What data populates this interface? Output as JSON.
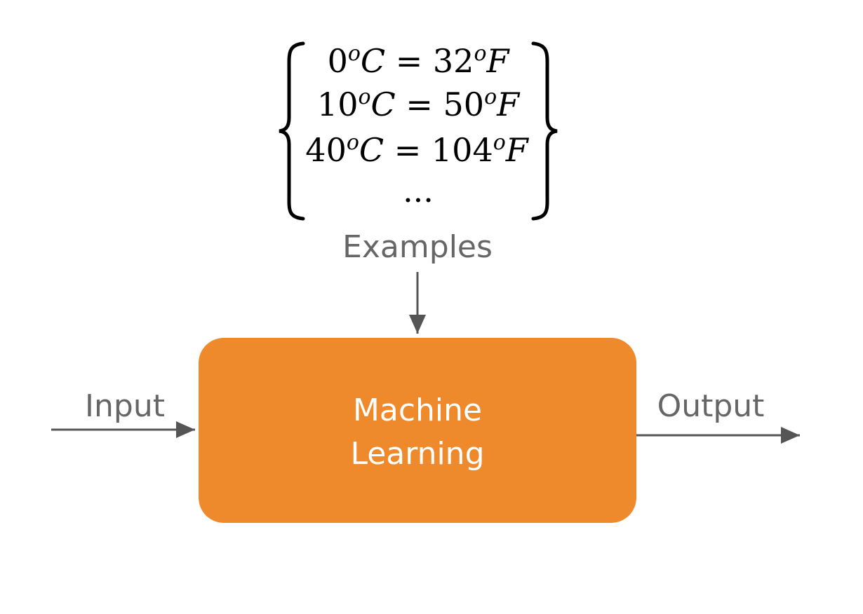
{
  "diagram": {
    "examples": {
      "lines": [
        {
          "c_num": "0",
          "deg": "o",
          "c_unit": "C",
          "eq": "=",
          "f_num": "32",
          "f_unit": "F"
        },
        {
          "c_num": "10",
          "deg": "o",
          "c_unit": "C",
          "eq": "=",
          "f_num": "50",
          "f_unit": "F"
        },
        {
          "c_num": "40",
          "deg": "o",
          "c_unit": "C",
          "eq": "=",
          "f_num": "104",
          "f_unit": "F"
        }
      ],
      "ellipsis": "...",
      "label": "Examples"
    },
    "box": {
      "line1": "Machine",
      "line2": "Learning",
      "color": "#EE8A2B"
    },
    "input_label": "Input",
    "output_label": "Output",
    "arrow_color": "#555555"
  }
}
